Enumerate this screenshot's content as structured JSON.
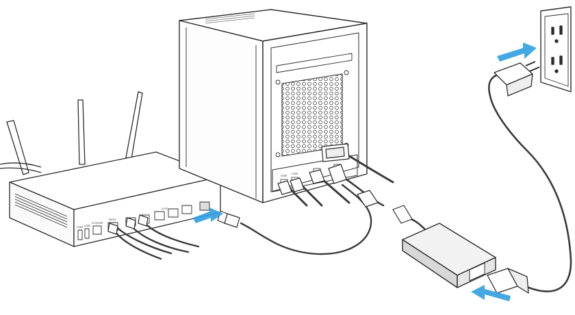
{
  "router": {
    "port_labels": [
      "USB",
      "USB",
      "Console",
      "WAN",
      "LAN"
    ]
  },
  "nas": {
    "port_labels": [
      "USB",
      "USB"
    ]
  },
  "colors": {
    "arrow": "#2f9fe0",
    "stroke": "#2b2b2b",
    "device_fill": "#ffffff",
    "adapter_fill": "#f2f2f2",
    "cable": "#3a3a3a"
  },
  "icons": {
    "arrow_router": "arrow-right-icon",
    "arrow_outlet": "arrow-right-icon",
    "arrow_adapter": "arrow-left-icon"
  }
}
